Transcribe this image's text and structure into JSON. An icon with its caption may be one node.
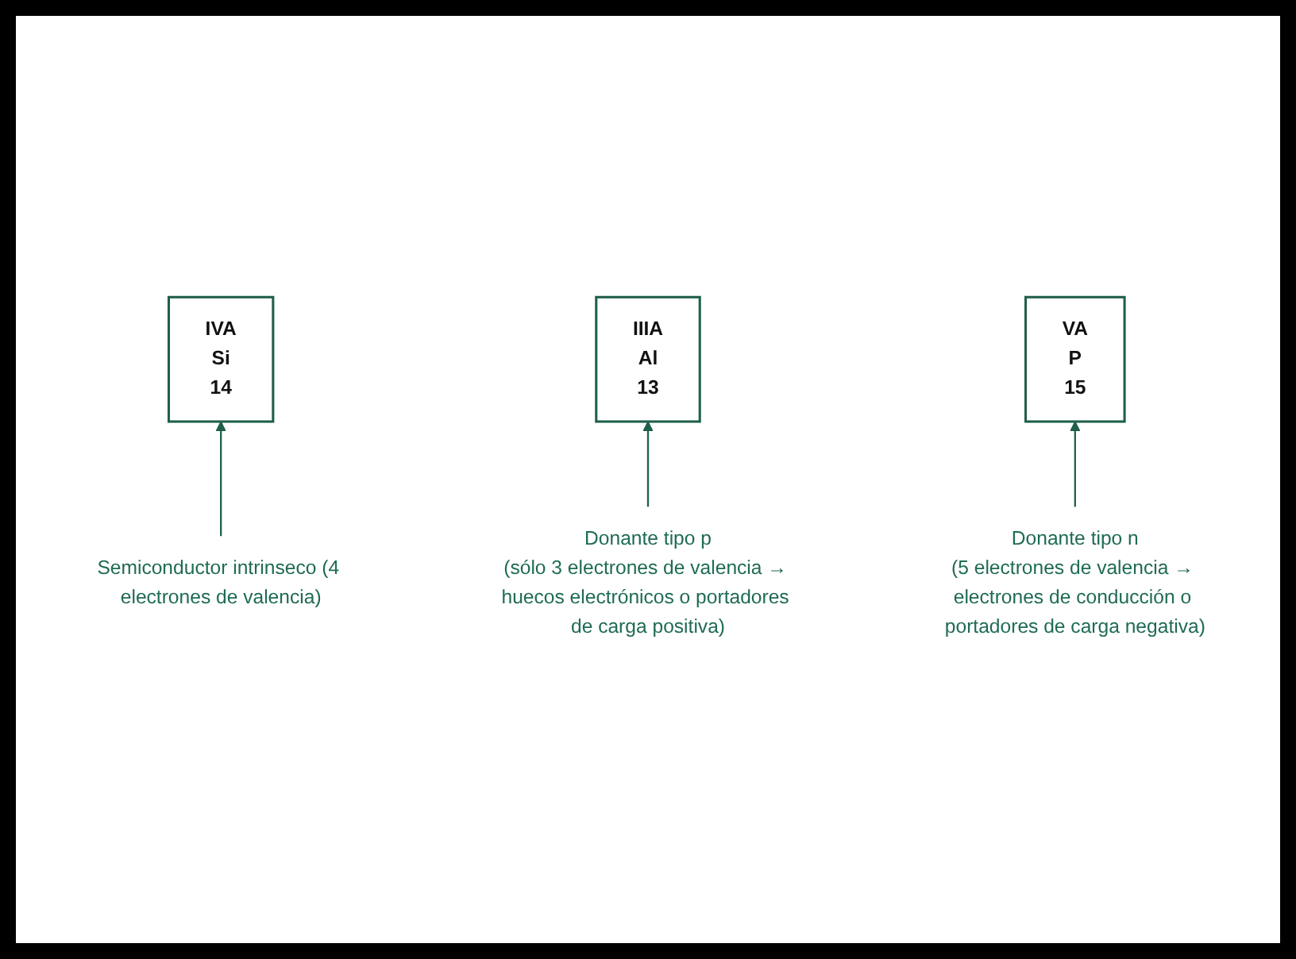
{
  "diagram": {
    "nodes": [
      {
        "text": [
          "IIIA",
          "Al",
          "13"
        ]
      },
      {
        "text": [
          "IVA",
          "Si",
          "14"
        ]
      },
      {
        "text": [
          "VA",
          "P",
          "15"
        ]
      },
      {
        "text": [
          "Semiconductor intrinseco (4 electrones de valencia)"
        ]
      },
      {
        "text": [
          "Donante tipo p",
          "(sólo 3 electrones de valencia → huecos electrónicos o portadores de carga positiva)"
        ]
      },
      {
        "text": [
          "Donante tipo n",
          "(5 electrones de valencia → electrones de conducción o portadores de carga negativa)"
        ]
      }
    ],
    "edges": [
      {
        "from": 4,
        "to": 0,
        "arrow": "to"
      },
      {
        "from": 3,
        "to": 1,
        "arrow": "to"
      },
      {
        "from": 5,
        "to": 2,
        "arrow": "to"
      }
    ]
  }
}
